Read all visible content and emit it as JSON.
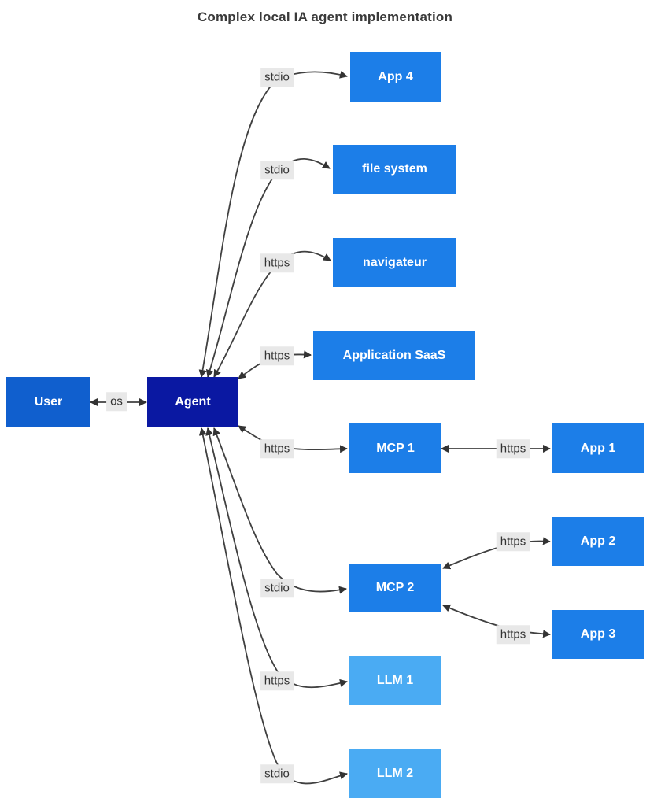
{
  "diagram": {
    "title": "Complex local IA agent implementation",
    "nodes": {
      "user": {
        "label": "User",
        "type": "user"
      },
      "agent": {
        "label": "Agent",
        "type": "agent"
      },
      "app4": {
        "label": "App 4",
        "type": "service"
      },
      "filesystem": {
        "label": "file system",
        "type": "service"
      },
      "navigateur": {
        "label": "navigateur",
        "type": "service"
      },
      "saas": {
        "label": "Application SaaS",
        "type": "service"
      },
      "mcp1": {
        "label": "MCP 1",
        "type": "service"
      },
      "app1": {
        "label": "App 1",
        "type": "service"
      },
      "app2": {
        "label": "App 2",
        "type": "service"
      },
      "mcp2": {
        "label": "MCP 2",
        "type": "service"
      },
      "app3": {
        "label": "App 3",
        "type": "service"
      },
      "llm1": {
        "label": "LLM 1",
        "type": "llm"
      },
      "llm2": {
        "label": "LLM 2",
        "type": "llm"
      }
    },
    "edges": {
      "user_agent": {
        "from": "User",
        "to": "Agent",
        "label": "os",
        "bidirectional": true
      },
      "agent_app4": {
        "from": "Agent",
        "to": "App 4",
        "label": "stdio",
        "bidirectional": true
      },
      "agent_filesystem": {
        "from": "Agent",
        "to": "file system",
        "label": "stdio",
        "bidirectional": true
      },
      "agent_navigateur": {
        "from": "Agent",
        "to": "navigateur",
        "label": "https",
        "bidirectional": true
      },
      "agent_saas": {
        "from": "Agent",
        "to": "Application SaaS",
        "label": "https",
        "bidirectional": true
      },
      "agent_mcp1": {
        "from": "Agent",
        "to": "MCP 1",
        "label": "https",
        "bidirectional": true
      },
      "mcp1_app1": {
        "from": "MCP 1",
        "to": "App 1",
        "label": "https",
        "bidirectional": true
      },
      "agent_mcp2": {
        "from": "Agent",
        "to": "MCP 2",
        "label": "stdio",
        "bidirectional": true
      },
      "mcp2_app2": {
        "from": "MCP 2",
        "to": "App 2",
        "label": "https",
        "bidirectional": true
      },
      "mcp2_app3": {
        "from": "MCP 2",
        "to": "App 3",
        "label": "https",
        "bidirectional": true
      },
      "agent_llm1": {
        "from": "Agent",
        "to": "LLM 1",
        "label": "https",
        "bidirectional": true
      },
      "agent_llm2": {
        "from": "Agent",
        "to": "LLM 2",
        "label": "stdio",
        "bidirectional": true
      }
    }
  },
  "colors": {
    "user_fill": "#105fce",
    "agent_fill": "#0a18a2",
    "service_fill": "#1c7ee8",
    "llm_fill": "#4aabf3",
    "node_text": "#ffffff",
    "edge": "#404040",
    "arrowhead": "#333333",
    "label_bg": "#e8e8e8",
    "label_text": "#333333",
    "title_text": "#3a3a3a"
  }
}
